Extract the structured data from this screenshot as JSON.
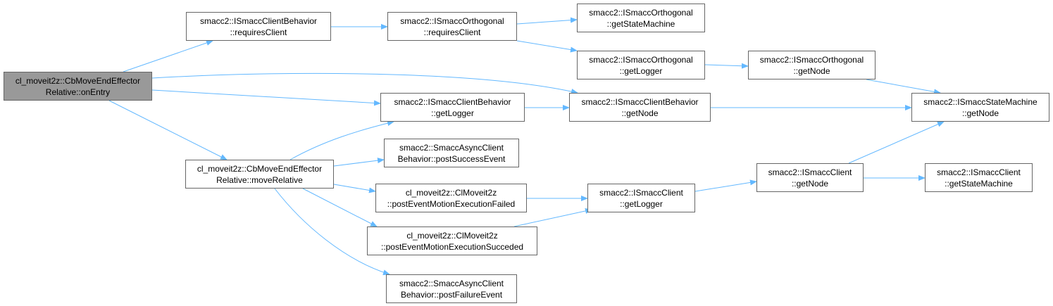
{
  "colors": {
    "edge": "#63b8ff",
    "node_border": "#666666",
    "root_fill": "#999999",
    "node_fill": "#ffffff"
  },
  "nodes": [
    {
      "id": "onEntry",
      "line1": "cl_moveit2z::CbMoveEndEffector",
      "line2": "Relative::onEntry",
      "root": true
    },
    {
      "id": "cb_requiresClient",
      "line1": "smacc2::ISmaccClientBehavior",
      "line2": "::requiresClient"
    },
    {
      "id": "cb_getLogger",
      "line1": "smacc2::ISmaccClientBehavior",
      "line2": "::getLogger"
    },
    {
      "id": "cb_getNode",
      "line1": "smacc2::ISmaccClientBehavior",
      "line2": "::getNode"
    },
    {
      "id": "moveRelative",
      "line1": "cl_moveit2z::CbMoveEndEffector",
      "line2": "Relative::moveRelative"
    },
    {
      "id": "orth_requiresClient",
      "line1": "smacc2::ISmaccOrthogonal",
      "line2": "::requiresClient"
    },
    {
      "id": "orth_getStateMachine",
      "line1": "smacc2::ISmaccOrthogonal",
      "line2": "::getStateMachine"
    },
    {
      "id": "orth_getLogger",
      "line1": "smacc2::ISmaccOrthogonal",
      "line2": "::getLogger"
    },
    {
      "id": "orth_getNode",
      "line1": "smacc2::ISmaccOrthogonal",
      "line2": "::getNode"
    },
    {
      "id": "sm_getNode",
      "line1": "smacc2::ISmaccStateMachine",
      "line2": "::getNode"
    },
    {
      "id": "postSuccessEvent",
      "line1": "smacc2::SmaccAsyncClient",
      "line2": "Behavior::postSuccessEvent"
    },
    {
      "id": "postFailed",
      "line1": "cl_moveit2z::ClMoveit2z",
      "line2": "::postEventMotionExecutionFailed"
    },
    {
      "id": "postSucceded",
      "line1": "cl_moveit2z::ClMoveit2z",
      "line2": "::postEventMotionExecutionSucceded"
    },
    {
      "id": "postFailureEvent",
      "line1": "smacc2::SmaccAsyncClient",
      "line2": "Behavior::postFailureEvent"
    },
    {
      "id": "client_getLogger",
      "line1": "smacc2::ISmaccClient",
      "line2": "::getLogger"
    },
    {
      "id": "client_getNode",
      "line1": "smacc2::ISmaccClient",
      "line2": "::getNode"
    },
    {
      "id": "client_getStateMachine",
      "line1": "smacc2::ISmaccClient",
      "line2": "::getStateMachine"
    }
  ],
  "edges": [
    {
      "from": "onEntry",
      "to": "cb_requiresClient"
    },
    {
      "from": "onEntry",
      "to": "cb_getLogger"
    },
    {
      "from": "onEntry",
      "to": "cb_getNode"
    },
    {
      "from": "onEntry",
      "to": "moveRelative"
    },
    {
      "from": "cb_requiresClient",
      "to": "orth_requiresClient"
    },
    {
      "from": "orth_requiresClient",
      "to": "orth_getStateMachine"
    },
    {
      "from": "orth_requiresClient",
      "to": "orth_getLogger"
    },
    {
      "from": "orth_getLogger",
      "to": "orth_getNode"
    },
    {
      "from": "orth_getNode",
      "to": "sm_getNode"
    },
    {
      "from": "cb_getLogger",
      "to": "cb_getNode"
    },
    {
      "from": "cb_getNode",
      "to": "sm_getNode"
    },
    {
      "from": "moveRelative",
      "to": "cb_getLogger"
    },
    {
      "from": "moveRelative",
      "to": "postSuccessEvent"
    },
    {
      "from": "moveRelative",
      "to": "postFailed"
    },
    {
      "from": "moveRelative",
      "to": "postSucceded"
    },
    {
      "from": "moveRelative",
      "to": "postFailureEvent"
    },
    {
      "from": "postFailed",
      "to": "client_getLogger"
    },
    {
      "from": "postSucceded",
      "to": "client_getLogger"
    },
    {
      "from": "client_getLogger",
      "to": "client_getNode"
    },
    {
      "from": "client_getNode",
      "to": "sm_getNode"
    },
    {
      "from": "client_getNode",
      "to": "client_getStateMachine"
    }
  ]
}
